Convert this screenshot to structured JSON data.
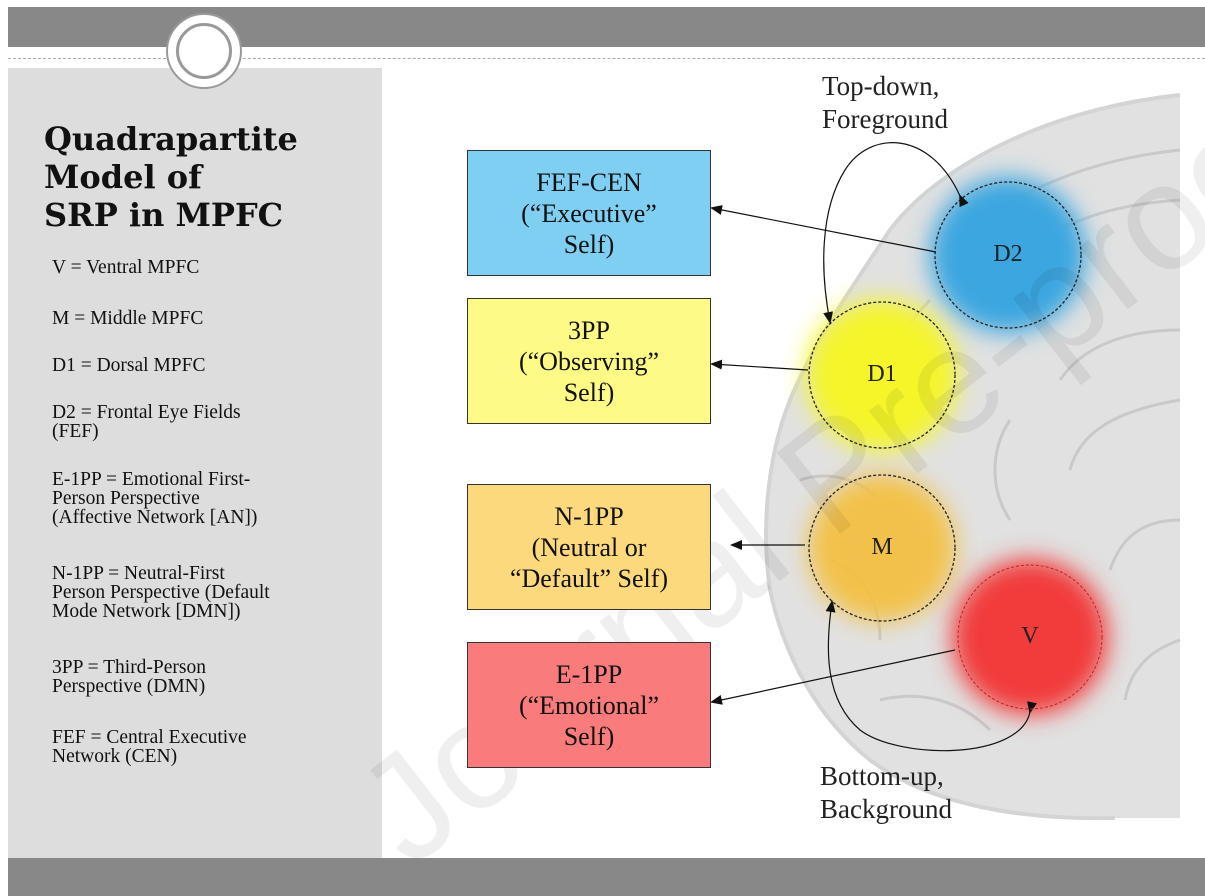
{
  "title_lines": [
    "Quadrapartite",
    "Model of",
    "SRP in MPFC"
  ],
  "definitions": [
    {
      "lines": [
        "V = Ventral MPFC"
      ]
    },
    {
      "lines": [
        "M = Middle MPFC"
      ]
    },
    {
      "lines": [
        "D1 = Dorsal MPFC"
      ]
    },
    {
      "lines": [
        "D2 = Frontal Eye Fields",
        "(FEF)"
      ]
    },
    {
      "lines": [
        "E-1PP = Emotional First-",
        "Person Perspective",
        "(Affective Network [AN])"
      ]
    },
    {
      "lines": [
        "N-1PP = Neutral-First",
        "Person Perspective (Default",
        "Mode Network [DMN])"
      ]
    },
    {
      "lines": [
        "3PP = Third-Person",
        "Perspective (DMN)"
      ]
    },
    {
      "lines": [
        "FEF = Central Executive",
        "Network (CEN)"
      ]
    }
  ],
  "boxes": {
    "fef_cen": {
      "lines": [
        "FEF-CEN",
        "(“Executive”",
        "Self)"
      ],
      "color": "#7fcff2"
    },
    "third_pp": {
      "lines": [
        "3PP",
        "(“Observing”",
        "Self)"
      ],
      "color": "#fdfb86"
    },
    "n_1pp": {
      "lines": [
        "N-1PP",
        "(Neutral or",
        "“Default” Self)"
      ],
      "color": "#fcd97d"
    },
    "e_1pp": {
      "lines": [
        "E-1PP",
        "(“Emotional”",
        "Self)"
      ],
      "color": "#f97b7b"
    }
  },
  "regions": {
    "d2": {
      "label": "D2",
      "color": "#3aa6e0"
    },
    "d1": {
      "label": "D1",
      "color": "#f5f52a"
    },
    "m": {
      "label": "M",
      "color": "#f4bf3d"
    },
    "v": {
      "label": "V",
      "color": "#f23a3a"
    }
  },
  "top_down_lines": [
    "Top-down,",
    "Foreground"
  ],
  "bottom_up_lines": [
    "Bottom-up,",
    "Background"
  ],
  "watermark": "Journal Pre-proof"
}
